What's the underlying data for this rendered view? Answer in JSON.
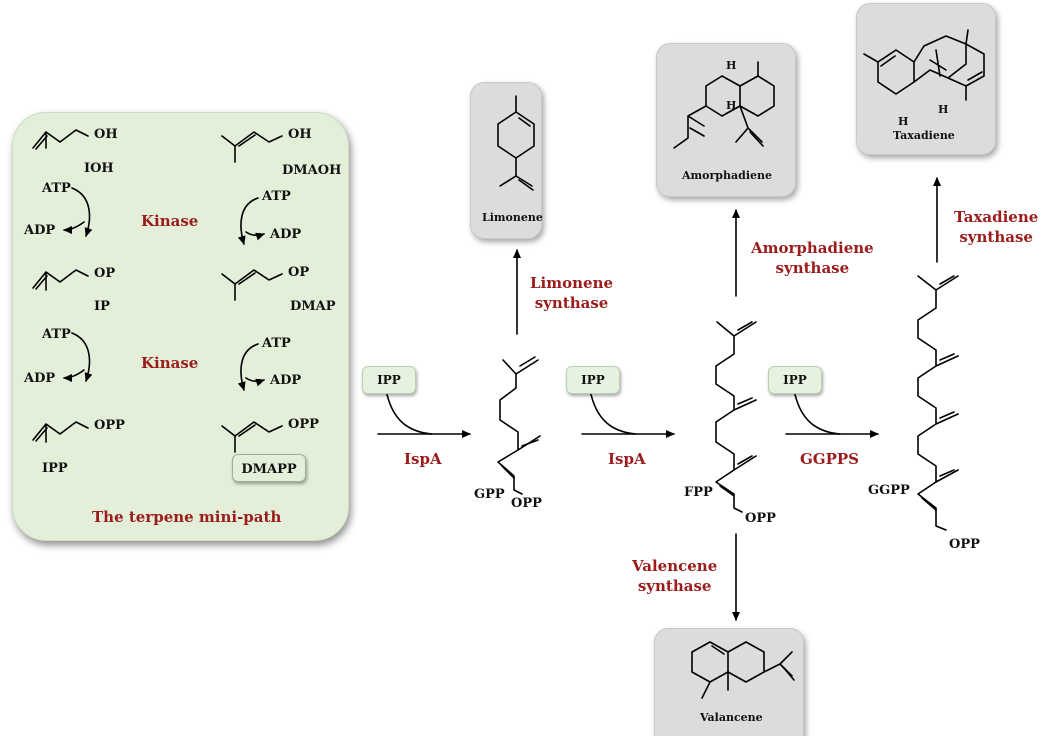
{
  "mini_path": {
    "title": "The terpene mini-path",
    "ioh": "IOH",
    "ioh_group": "OH",
    "dmaoh": "DMAOH",
    "dmaoh_group": "OH",
    "ip": "IP",
    "ip_group": "OP",
    "dmap": "DMAP",
    "dmap_group": "OP",
    "ipp": "IPP",
    "ipp_group": "OPP",
    "dmapp": "DMAPP",
    "dmapp_group": "OPP",
    "atp": "ATP",
    "adp": "ADP",
    "kinase": "Kinase"
  },
  "steps": {
    "ipp_tag": "IPP",
    "ispa": "IspA",
    "ggpps": "GGPPS"
  },
  "intermediates": {
    "gpp": "GPP",
    "fpp": "FPP",
    "ggpp": "GGPP",
    "opp": "OPP"
  },
  "enzymes": {
    "limonene_synthase": [
      "Limonene",
      "synthase"
    ],
    "amorphadiene_synthase": [
      "Amorphadiene",
      "synthase"
    ],
    "taxadiene_synthase": [
      "Taxadiene",
      "synthase"
    ],
    "valencene_synthase": [
      "Valencene",
      "synthase"
    ]
  },
  "products": {
    "limonene": "Limonene",
    "amorphadiene": "Amorphadiene",
    "taxadiene": "Taxadiene",
    "valancene": "Valancene"
  },
  "atoms": {
    "h": "H"
  },
  "colors": {
    "enzyme": "#9b1c1c",
    "mini_path_fill": "#e3efd9",
    "product_fill": "#dcdcdc"
  }
}
